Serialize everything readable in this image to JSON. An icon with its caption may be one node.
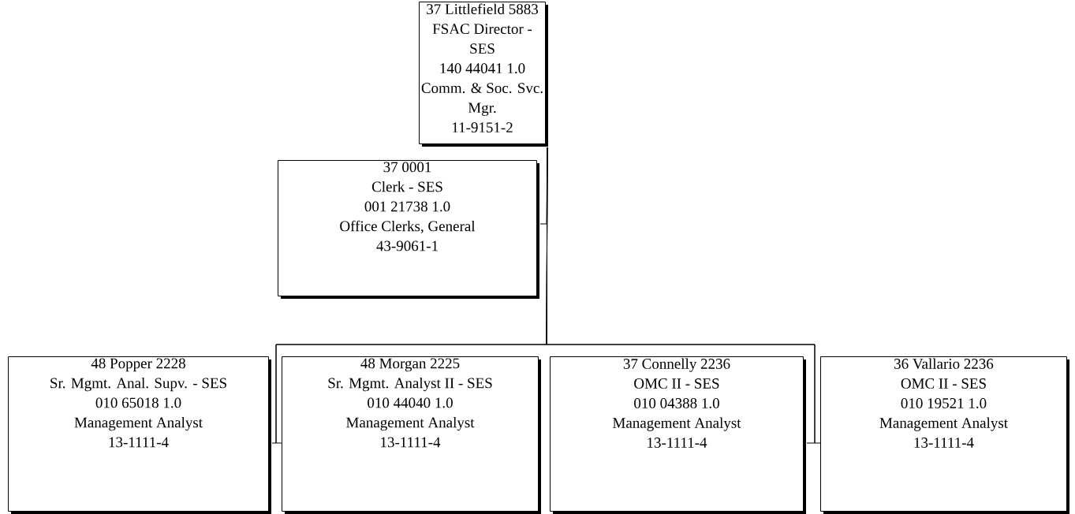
{
  "diagram": {
    "nodes": [
      {
        "text": [
          "37 Littlefield 5883",
          "FSAC Director - SES",
          "140 44041 1.0",
          "Comm. & Soc. Svc. Mgr.",
          "11-9151-2"
        ]
      },
      {
        "text": [
          "37 0001",
          "Clerk - SES",
          "001 21738 1.0",
          "Office Clerks, General",
          "43-9061-1"
        ]
      },
      {
        "text": [
          "48 Popper 2228",
          "Sr. Mgmt. Anal. Supv. - SES",
          "010 65018 1.0",
          "Management Analyst",
          "13-1111-4"
        ]
      },
      {
        "text": [
          "48 Morgan 2225",
          "Sr. Mgmt. Analyst II - SES",
          "010 44040 1.0",
          "Management Analyst",
          "13-1111-4"
        ]
      },
      {
        "text": [
          "37 Connelly 2236",
          "OMC II - SES",
          "010 04388 1.0",
          "Management Analyst",
          "13-1111-4"
        ]
      },
      {
        "text": [
          "36 Vallario 2236",
          "OMC II - SES",
          "010 19521 1.0",
          "Management Analyst",
          "13-1111-4"
        ]
      }
    ],
    "edges": [
      {
        "from": 0,
        "to": 1,
        "arrow": "none"
      },
      {
        "from": 0,
        "to": 2,
        "arrow": "none"
      },
      {
        "from": 0,
        "to": 3,
        "arrow": "none"
      },
      {
        "from": 0,
        "to": 4,
        "arrow": "none"
      },
      {
        "from": 0,
        "to": 5,
        "arrow": "none"
      }
    ]
  }
}
